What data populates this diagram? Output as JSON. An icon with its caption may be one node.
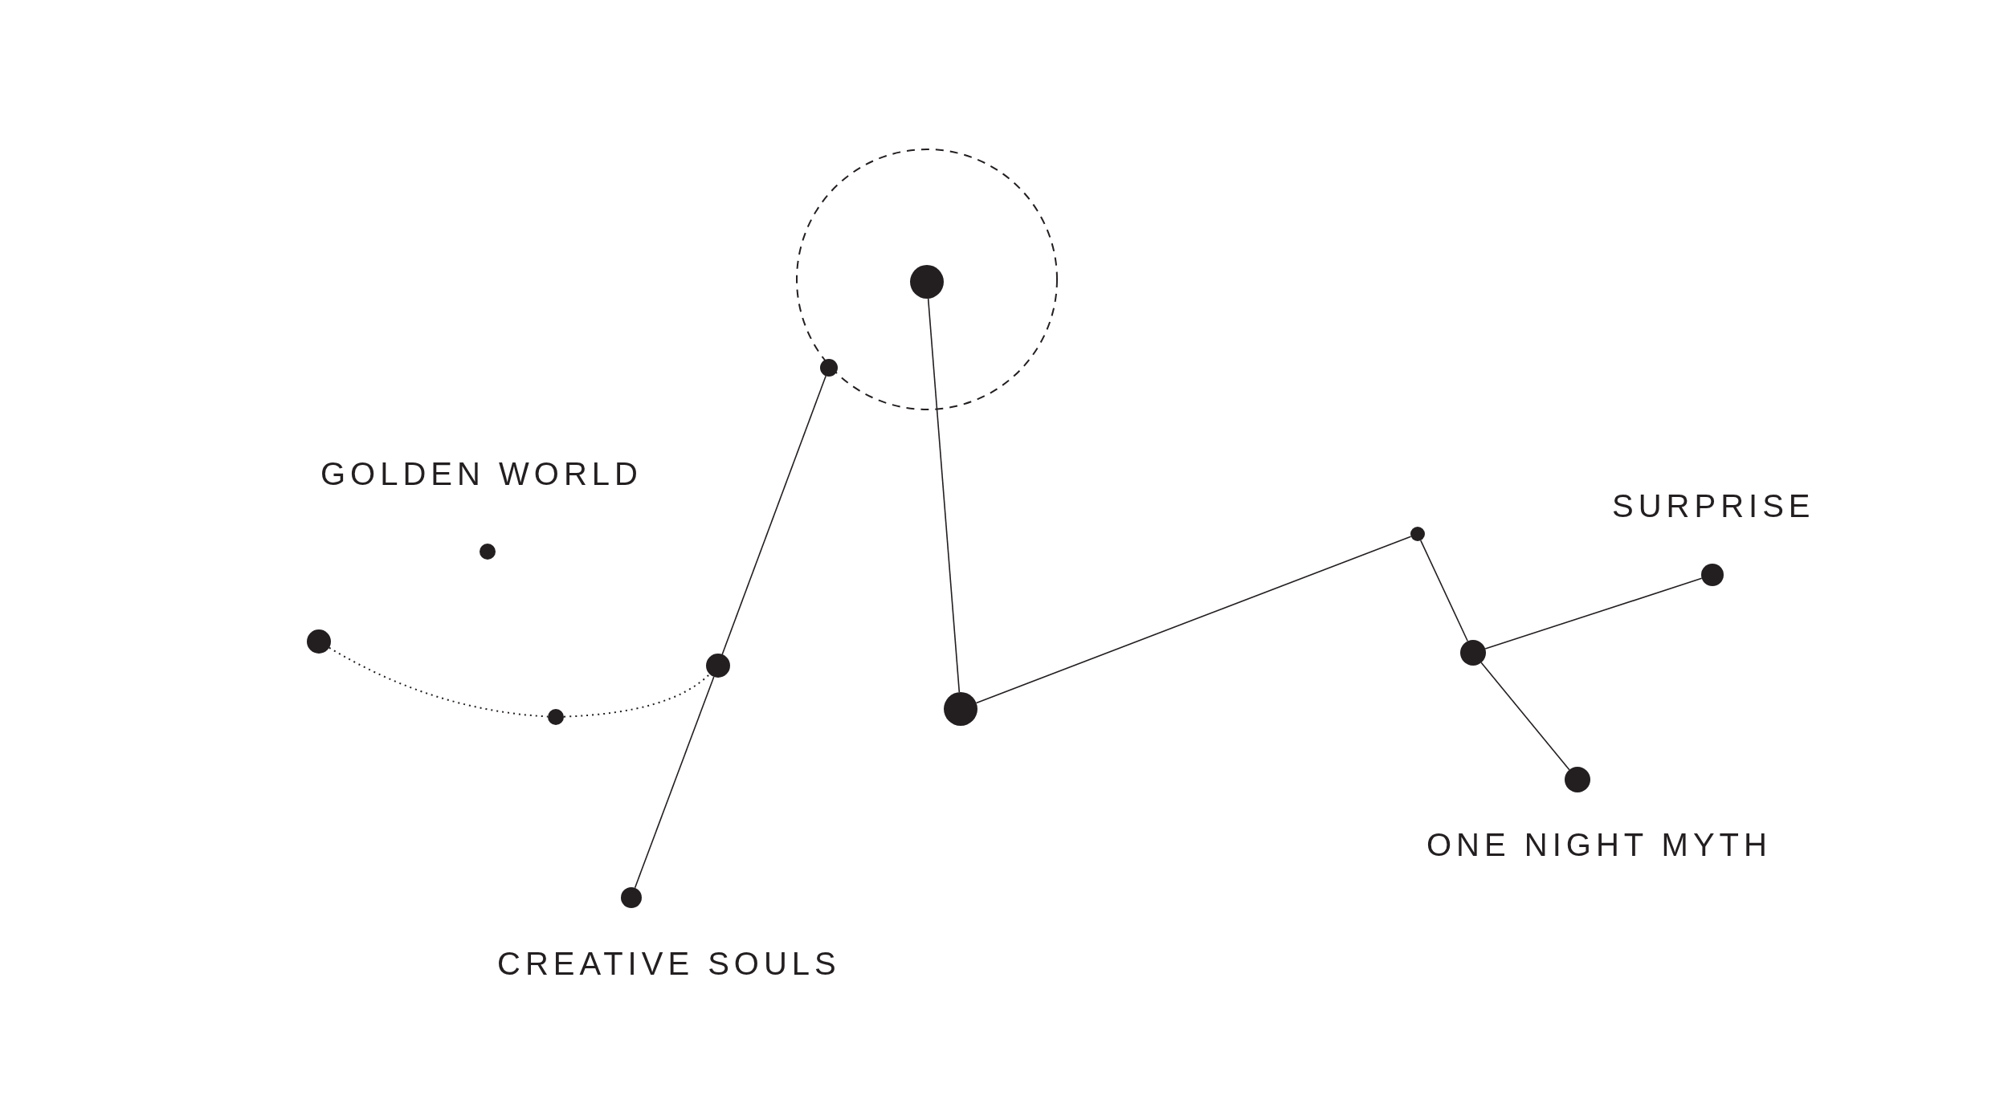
{
  "diagram": {
    "nodes": [
      {
        "text": [],
        "shape": "circle"
      },
      {
        "text": [],
        "shape": "circle",
        "in": 0
      },
      {
        "text": [],
        "shape": "circle"
      },
      {
        "text": [],
        "shape": "circle",
        "beside": [
          "GOLDEN WORLD"
        ]
      },
      {
        "text": [],
        "shape": "circle"
      },
      {
        "text": [],
        "shape": "circle",
        "beside": [
          "SURPRISE"
        ]
      },
      {
        "text": [],
        "shape": "circle"
      },
      {
        "text": [],
        "shape": "circle"
      },
      {
        "text": [],
        "shape": "circle"
      },
      {
        "text": [],
        "shape": "circle"
      },
      {
        "text": [],
        "shape": "circle"
      },
      {
        "text": [],
        "shape": "circle",
        "beside": [
          "ONE NIGHT MYTH"
        ]
      },
      {
        "text": [],
        "shape": "circle",
        "beside": [
          "CREATIVE SOULS"
        ]
      }
    ],
    "edges": [
      {
        "from": 6,
        "to": 10,
        "arrow": "none",
        "style": "dashed"
      },
      {
        "from": 10,
        "to": 8,
        "arrow": "none",
        "style": "dashed"
      },
      {
        "from": 12,
        "to": 8,
        "arrow": "none"
      },
      {
        "from": 8,
        "to": 2,
        "arrow": "none"
      },
      {
        "from": 1,
        "to": 9,
        "arrow": "none"
      },
      {
        "from": 9,
        "to": 4,
        "arrow": "none"
      },
      {
        "from": 4,
        "to": 7,
        "arrow": "none"
      },
      {
        "from": 7,
        "to": 5,
        "arrow": "none"
      },
      {
        "from": 7,
        "to": 11,
        "arrow": "none"
      }
    ]
  }
}
